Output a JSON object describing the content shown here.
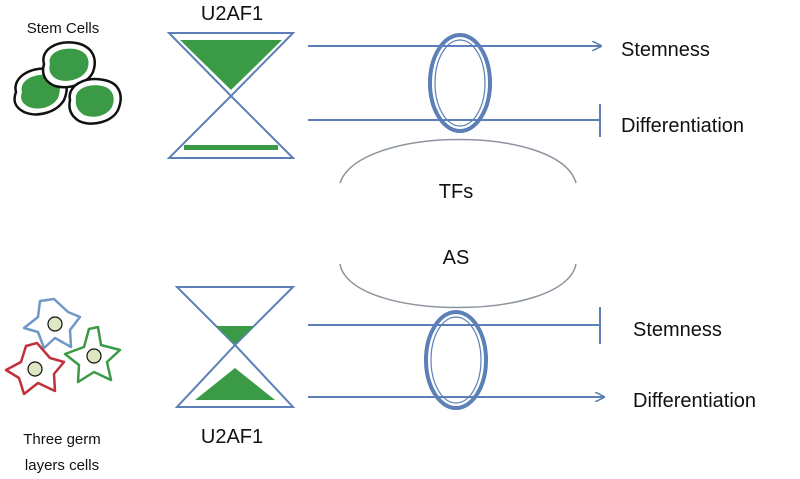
{
  "top": {
    "cell_label": "Stem Cells",
    "gene_label": "U2AF1",
    "outcome_1": "Stemness",
    "outcome_2": "Differentiation"
  },
  "middle": {
    "factor_1": "TFs",
    "factor_2": "AS"
  },
  "bottom": {
    "cell_label_line1": "Three germ",
    "cell_label_line2": "layers cells",
    "gene_label": "U2AF1",
    "outcome_1": "Stemness",
    "outcome_2": "Differentiation"
  },
  "colors": {
    "line": "#5b7fb6",
    "fill_green": "#3b9a45",
    "cell_outline": "#111111",
    "star_blue": "#6f98c8",
    "star_red": "#c0313c",
    "star_green": "#3c9a46",
    "nucleus": "#dde8c2"
  }
}
